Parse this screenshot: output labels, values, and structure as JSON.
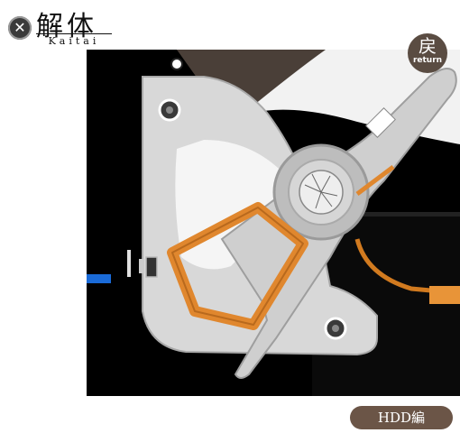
{
  "header": {
    "title": "解体",
    "subtitle": "Kaitai",
    "close_icon": "close-circle-icon"
  },
  "return_button": {
    "kanji": "戻",
    "label": "return"
  },
  "edition_button": {
    "label": "HDD編"
  },
  "colors": {
    "stage_background": "#000000",
    "arm": "#d8d8d8",
    "coil": "#e0872e",
    "platter": "#f2f2f2",
    "accent_brown": "#5a4c42",
    "marker_blue": "#1a6bd8"
  }
}
